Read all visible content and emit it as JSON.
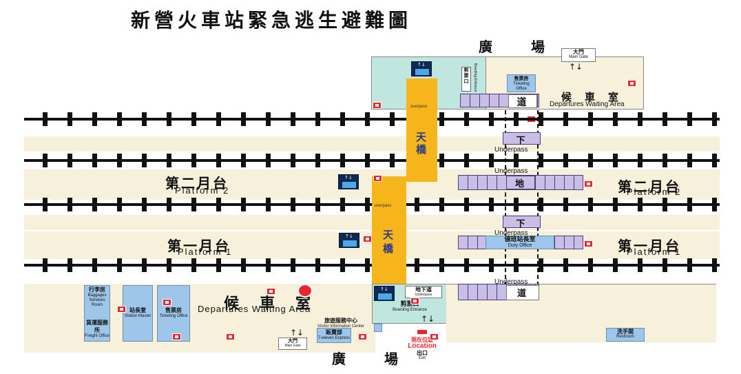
{
  "title": "新營火車站緊急逃生避難圖",
  "plaza_top": "廣　場",
  "plaza_bottom": "廣　場",
  "top_building": {
    "main_gate_cn": "大門",
    "main_gate_en": "Main Gate",
    "ticketing_cn": "售票房",
    "ticketing_en": "Ticketing Office",
    "waiting_cn": "候　車　室",
    "waiting_en": "Departures Waiting Area",
    "boarding_cn": "剪票口",
    "boarding_en": "Boarding Entrance",
    "underpass_char_1": "道"
  },
  "bridge": {
    "upper_chars": [
      "天",
      "橋"
    ],
    "lower_chars": [
      "天",
      "橋"
    ],
    "overpass_label": "overpass"
  },
  "underpass": {
    "label": "Underpass",
    "char_xia": "下",
    "char_di": "地",
    "char_dao": "道"
  },
  "platform2": {
    "cn": "第二月台",
    "en": "Platform 2"
  },
  "platform1": {
    "cn": "第一月台",
    "en": "Platform 1"
  },
  "duty_office": {
    "cn": "値班站長室",
    "en": "Duty Office"
  },
  "bottom_building": {
    "baggage_cn": "行李房",
    "baggage_en": "Baggages Services Room",
    "freight_cn": "貨運服務所",
    "freight_en": "Freight Office",
    "stationmaster_cn": "站長室",
    "stationmaster_en": "Station Master",
    "ticketing_cn": "售票房",
    "ticketing_en": "Ticketing Office",
    "waiting_cn": "候　車　室",
    "waiting_en": "Departures Waiting Area",
    "visitor_cn": "旅遊服務中心",
    "visitor_en": "Visitor Information Center",
    "express_cn": "販賣部",
    "express_en": "7-eleven Express",
    "main_gate_cn": "大門",
    "main_gate_en": "Main Gate",
    "underpass_cn": "地下道",
    "underpass_en": "Underpass",
    "boarding_cn": "剪票口",
    "boarding_en": "Boarding Entrance",
    "location_cn": "現在位置",
    "location_en": "Location",
    "exit_cn": "出口",
    "exit_en": "Exit",
    "restroom_cn": "洗手間",
    "restroom_en": "Restroom",
    "underpass_char": "道"
  },
  "elevator_glyph": "↑↓",
  "colors": {
    "bridge": "#f6b51a",
    "exit_sign": "#e8262a",
    "underpass": "#c9bee6",
    "waiting_area": "#f7f1dc",
    "teal_area": "#bfe6df",
    "rooms": "#9dc6ea"
  }
}
